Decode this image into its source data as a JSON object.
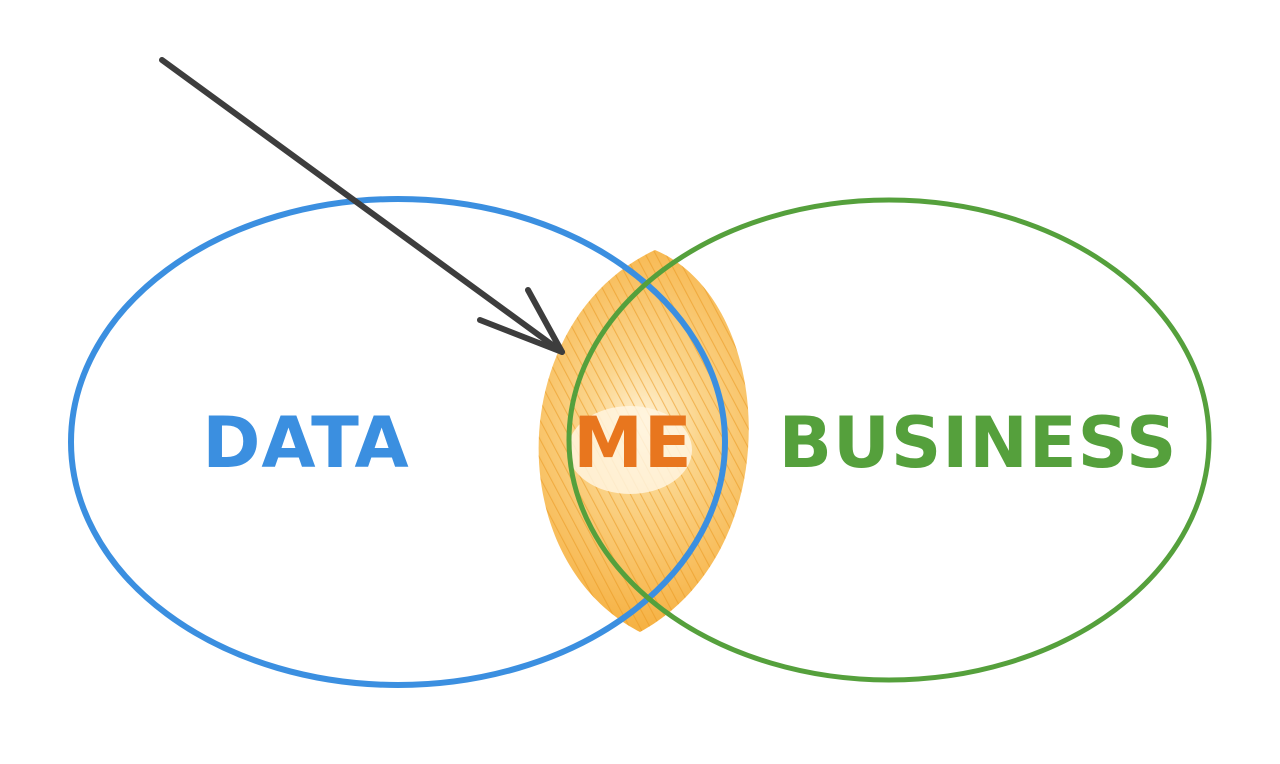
{
  "diagram": {
    "type": "venn",
    "sets": [
      {
        "label": "DATA",
        "color": "#3b8fe0"
      },
      {
        "label": "BUSINESS",
        "color": "#55a03c"
      }
    ],
    "intersection": {
      "label": "ME",
      "color": "#e8761e",
      "fill": "#f6b23c"
    },
    "arrow": {
      "color": "#3d3d3d",
      "points_to": "intersection"
    }
  }
}
